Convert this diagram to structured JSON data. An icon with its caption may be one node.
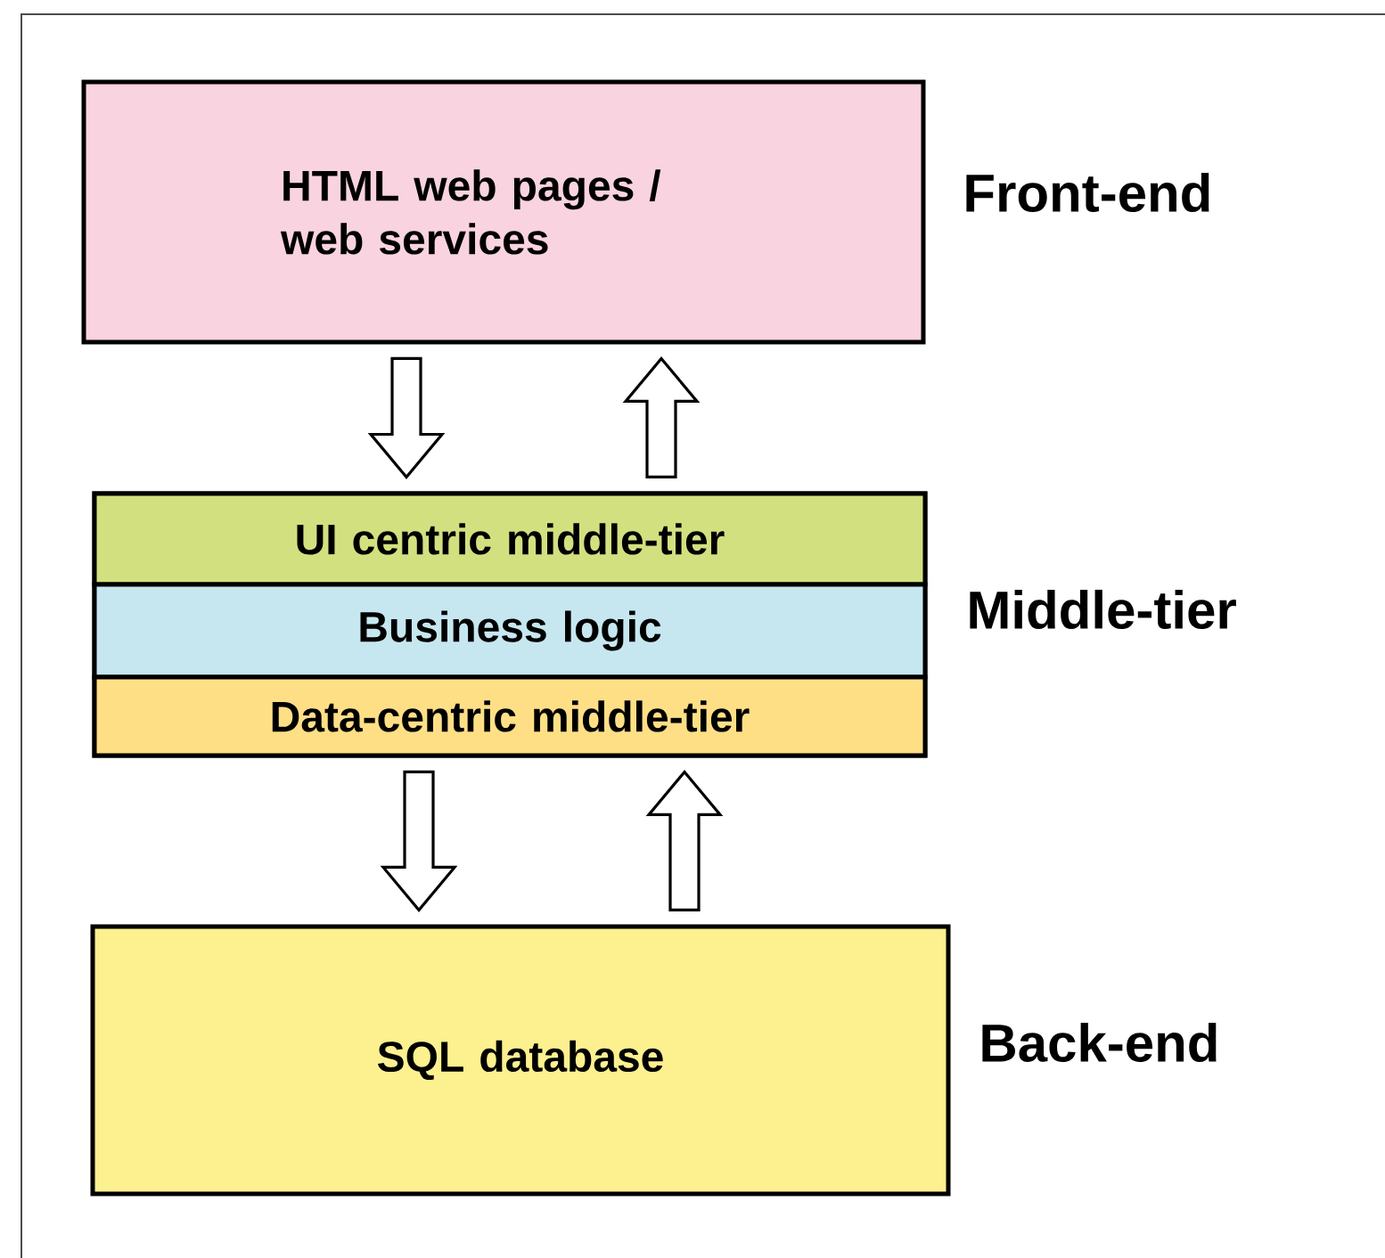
{
  "diagram": {
    "nodes": [
      {
        "text": [
          "HTML web pages / web services"
        ],
        "beside": [
          "Front-end"
        ]
      },
      {
        "text": [],
        "shape": "box",
        "beside": [
          "Middle-tier"
        ]
      },
      {
        "text": [
          "UI centric middle-tier"
        ],
        "in": 1
      },
      {
        "text": [
          "Business logic"
        ],
        "in": 1
      },
      {
        "text": [
          "Data-centric middle-tier"
        ],
        "in": 1
      },
      {
        "text": [
          "SQL database"
        ],
        "beside": [
          "Back-end"
        ]
      }
    ],
    "edges": [
      {
        "from": 0,
        "to": 1,
        "arrow": "to"
      },
      {
        "from": 1,
        "to": 0,
        "arrow": "to"
      },
      {
        "from": 1,
        "to": 5,
        "arrow": "to"
      },
      {
        "from": 5,
        "to": 1,
        "arrow": "to"
      }
    ]
  }
}
